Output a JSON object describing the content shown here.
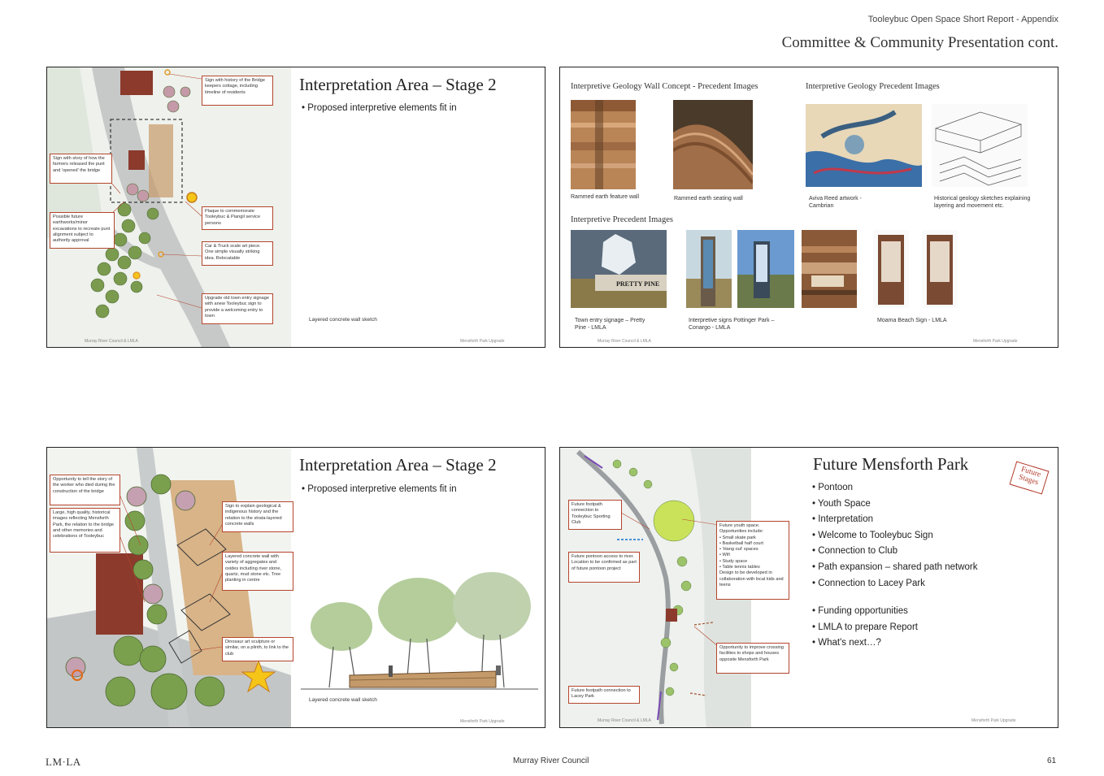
{
  "header": {
    "report": "Tooleybuc Open Space Short Report - Appendix",
    "section": "Committee & Community Presentation cont."
  },
  "slide1": {
    "title": "Interpretation Area – Stage 2",
    "bullet": "Proposed interpretive elements fit in",
    "callouts": [
      "Sign with history of the Bridge keepers cottage, including timeline of residents",
      "Sign with story of how the farmers released the punt and 'opened' the bridge",
      "Possible future earthworks/minor excavations to recreate punt alignment subject to authority approval",
      "Plaque to commemorate Tooleybuc & Piangil service persons",
      "Car & Truck scale art piece. One simple visually striking idea. Relocatable",
      "Upgrade old town entry signage with anew Tooleybuc sign to provide a welcoming entry to town"
    ],
    "sketch_label": "Layered concrete wall sketch",
    "footer_left": "Murray River Council & LMLA",
    "footer_right": "Mensforth Park Upgrade"
  },
  "slide2": {
    "geo_wall_title": "Interpretive Geology Wall Concept - Precedent Images",
    "geo_title": "Interpretive Geology Precedent Images",
    "interp_title": "Interpretive Precedent Images",
    "captions": {
      "rammed_wall": "Rammed earth feature wall",
      "rammed_seat": "Rammed earth seating wall",
      "aviva": "Aviva Reed artwork - Cambrian",
      "sketches": "Historical geology sketches explaining layering and movement etc.",
      "town_entry": "Town entry signage – Pretty Pine - LMLA",
      "pottinger": "Interpretive signs Pottinger Park – Conargo - LMLA",
      "moama": "Moama Beach Sign - LMLA"
    },
    "sign_text": "PRETTY PINE",
    "footer_left": "Murray River Council & LMLA",
    "footer_right": "Mensforth Park Upgrade"
  },
  "slide3": {
    "title": "Interpretation Area – Stage 2",
    "bullet": "Proposed interpretive elements fit in",
    "callouts": [
      "Opportunity to tell the story of the worker who died during the construction of the bridge",
      "Large, high quality, historical images reflecting Mensforth Park, the relation to the bridge and other memories and celebrations of Tooleybuc",
      "Sign to explain geological & indigenous history and the relation to the strata-layered concrete walls",
      "Layered concrete wall with variety of aggregates and oxides including river stone, quartz, mud stone etc. Tree planting in centre",
      "Dinosaur art sculpture or similar, on a plinth, to link to the club"
    ],
    "sketch_label": "Layered concrete wall sketch",
    "footer_right": "Mensforth Park Upgrade"
  },
  "slide4": {
    "title": "Future Mensforth Park",
    "stamp": "Future Stages",
    "bullets_1": [
      "Pontoon",
      "Youth Space",
      "Interpretation",
      "Welcome to Tooleybuc Sign",
      "Connection to Club",
      "Path expansion – shared path network",
      "Connection to Lacey Park"
    ],
    "bullets_2": [
      "Funding opportunities",
      "LMLA to prepare Report",
      "What's next…?"
    ],
    "callouts": [
      "Future footpath connection to Tooleybuc Sporting Club",
      "Future pontoon access to river. Location to be confirmed as part of future pontoon project",
      "Future youth space. Opportunities include:\n• Small skate park\n• Basketball half court\n• 'Hang out' spaces\n• Wifi\n• Study space\n• Table tennis tables\nDesign to be developed in collaboration with local kids and teens",
      "Opportunity to improve crossing facilities to shops and houses opposite Mensforth Park",
      "Future footpath connection to Lacey Park"
    ],
    "footer_left": "Murray River Council & LMLA",
    "footer_right": "Mensforth Park Upgrade"
  },
  "footer": {
    "logo": "LM·LA",
    "center": "Murray River Council",
    "page": "61"
  }
}
